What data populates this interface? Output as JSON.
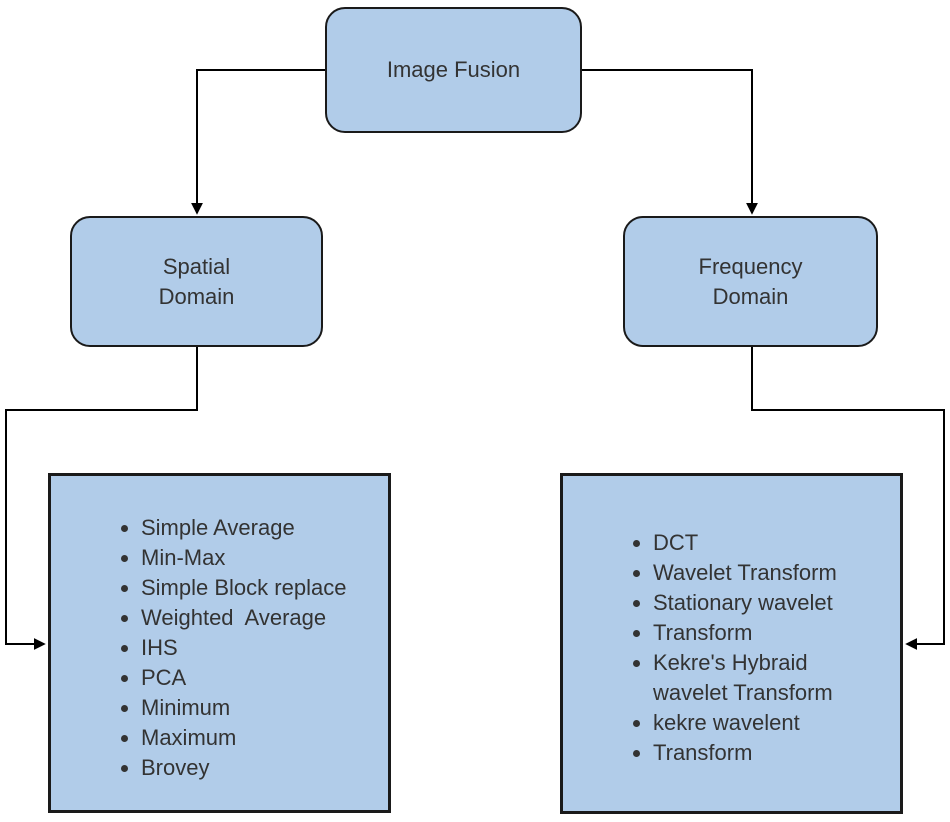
{
  "colors": {
    "box_fill": "#b1cce9",
    "box_border": "#1a1a1a",
    "connector": "#000000",
    "text_color": "#333333"
  },
  "nodes": {
    "root": {
      "label": "Image Fusion"
    },
    "spatial": {
      "lines": [
        "Spatial",
        "Domain"
      ]
    },
    "frequency": {
      "lines": [
        "Frequency",
        "Domain"
      ]
    }
  },
  "lists": {
    "spatial_methods": [
      "Simple Average",
      "Min-Max",
      "Simple Block replace",
      "Weighted  Average",
      "IHS",
      "PCA",
      "Minimum",
      "Maximum",
      "Brovey"
    ],
    "frequency_methods": [
      "DCT",
      "Wavelet Transform",
      "Stationary wavelet",
      "Transform",
      "Kekre's Hybraid\nwavelet Transform",
      "kekre wavelent",
      "Transform"
    ]
  }
}
